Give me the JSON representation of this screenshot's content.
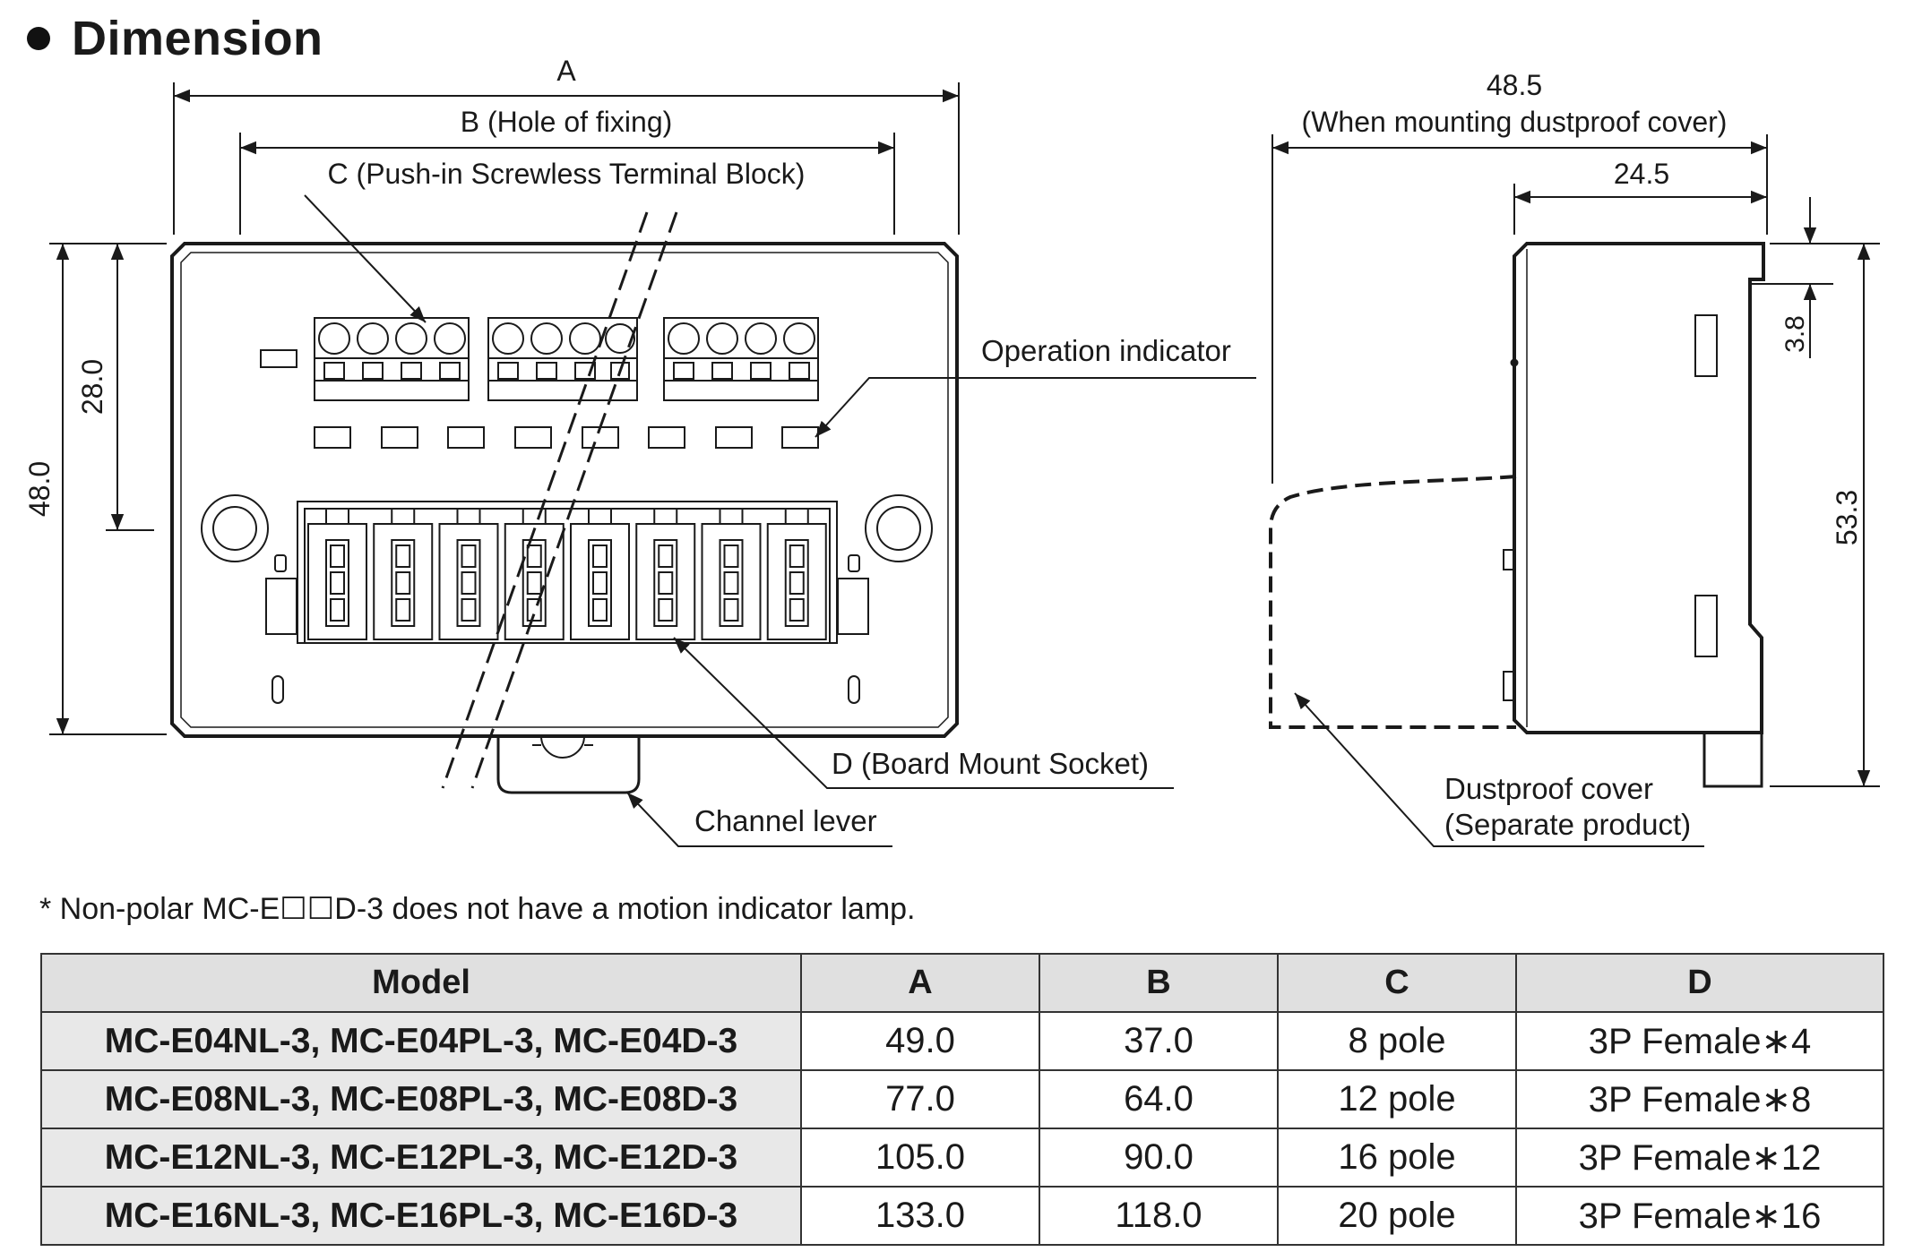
{
  "heading": {
    "bullet_icon": "filled-circle",
    "title": "Dimension"
  },
  "front_view": {
    "dim_a": "A",
    "dim_b": "B (Hole of fixing)",
    "dim_c": "C (Push-in Screwless Terminal Block)",
    "dim_overall_height": "48.0",
    "dim_hole_height": "28.0",
    "label_operation_indicator": "Operation indicator",
    "label_board_mount_socket": "D (Board Mount Socket)",
    "label_channel_lever": "Channel lever"
  },
  "side_view": {
    "dim_total_depth": "48.5",
    "dim_total_depth_note": "(When mounting dustproof cover)",
    "dim_body_depth": "24.5",
    "dim_top_step": "3.8",
    "dim_height": "53.3",
    "label_dustproof_cover": "Dustproof cover",
    "label_dustproof_cover_note": "(Separate product)"
  },
  "footnote": "* Non-polar MC-E☐☐D-3 does not have a motion indicator lamp.",
  "table": {
    "headers": [
      "Model",
      "A",
      "B",
      "C",
      "D"
    ],
    "rows": [
      [
        "MC-E04NL-3, MC-E04PL-3, MC-E04D-3",
        "49.0",
        "37.0",
        "8 pole",
        "3P Female∗4"
      ],
      [
        "MC-E08NL-3, MC-E08PL-3, MC-E08D-3",
        "77.0",
        "64.0",
        "12 pole",
        "3P Female∗8"
      ],
      [
        "MC-E12NL-3, MC-E12PL-3, MC-E12D-3",
        "105.0",
        "90.0",
        "16 pole",
        "3P Female∗12"
      ],
      [
        "MC-E16NL-3, MC-E16PL-3, MC-E16D-3",
        "133.0",
        "118.0",
        "20 pole",
        "3P Female∗16"
      ]
    ]
  }
}
